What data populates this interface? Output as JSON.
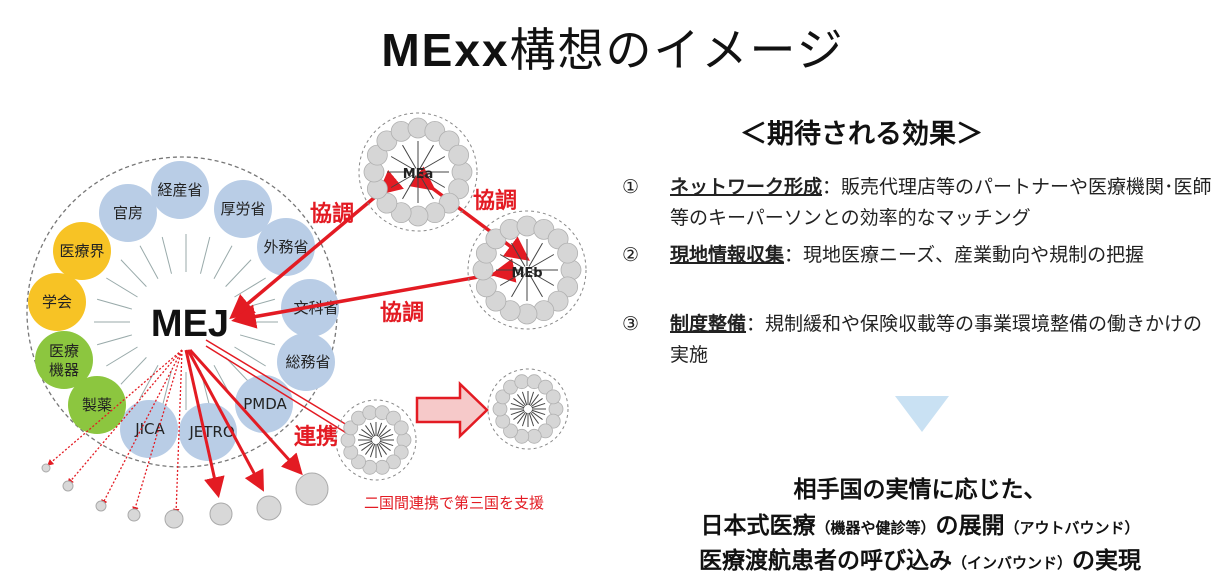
{
  "title": {
    "latin": "MExx",
    "japanese": "構想のイメージ"
  },
  "hub": {
    "label": "MEJ"
  },
  "ministries": [
    {
      "name": "official-residence",
      "label": "官房"
    },
    {
      "name": "meti",
      "label": "経産省"
    },
    {
      "name": "mhlw",
      "label": "厚労省"
    },
    {
      "name": "mofa",
      "label": "外務省"
    },
    {
      "name": "mext",
      "label": "文科省"
    },
    {
      "name": "mic",
      "label": "総務省"
    },
    {
      "name": "pmda",
      "label": "PMDA"
    },
    {
      "name": "jetro",
      "label": "JETRO"
    },
    {
      "name": "jica",
      "label": "JICA"
    }
  ],
  "industry_circles": [
    {
      "name": "medical-field",
      "label": "医療界",
      "color": "#f7c325"
    },
    {
      "name": "academic-society",
      "label": "学会",
      "color": "#f7c325"
    },
    {
      "name": "medical-devices-1",
      "label": "医療",
      "color": "#8cc63f"
    },
    {
      "name": "medical-devices-2",
      "label": "機器",
      "color": "#8cc63f"
    },
    {
      "name": "pharmaceuticals",
      "label": "製薬",
      "color": "#8cc63f"
    }
  ],
  "partner_nodes": {
    "mea": "MEa",
    "meb": "MEb"
  },
  "link_labels": {
    "cooperation_left": "協調",
    "cooperation_right": "協調",
    "cooperation_middle": "協調",
    "collaboration": "連携"
  },
  "third_country_caption": "二国間連携で第三国を支援",
  "effects": {
    "heading": "＜期待される効果＞",
    "items": [
      {
        "num": "①",
        "term": "ネットワーク形成",
        "text": "：販売代理店等のパートナーや医療機関･医師等のキーパーソンとの効率的なマッチング"
      },
      {
        "num": "②",
        "term": "現地情報収集",
        "text": "：現地医療ニーズ、産業動向や規制の把握"
      },
      {
        "num": "③",
        "term": "制度整備",
        "text": "：規制緩和や保険収載等の事業環境整備の働きかけの実施"
      }
    ]
  },
  "result": {
    "line1": "相手国の実情に応じた、",
    "line2_main": "日本式医療",
    "line2_paren1": "（機器や健診等）",
    "line2_mid": "の展開",
    "line2_paren2": "（アウトバウンド）",
    "line3_main": "医療渡航患者の呼び込み",
    "line3_paren": "（インバウンド）",
    "line3_end": "の実現"
  },
  "colors": {
    "accent_red": "#e31b23",
    "ministry_fill": "#b9cde6",
    "node_fill": "#d3d3d3",
    "arrow_fill": "#f6c9c9",
    "down_arrow": "#c9e1f3"
  }
}
